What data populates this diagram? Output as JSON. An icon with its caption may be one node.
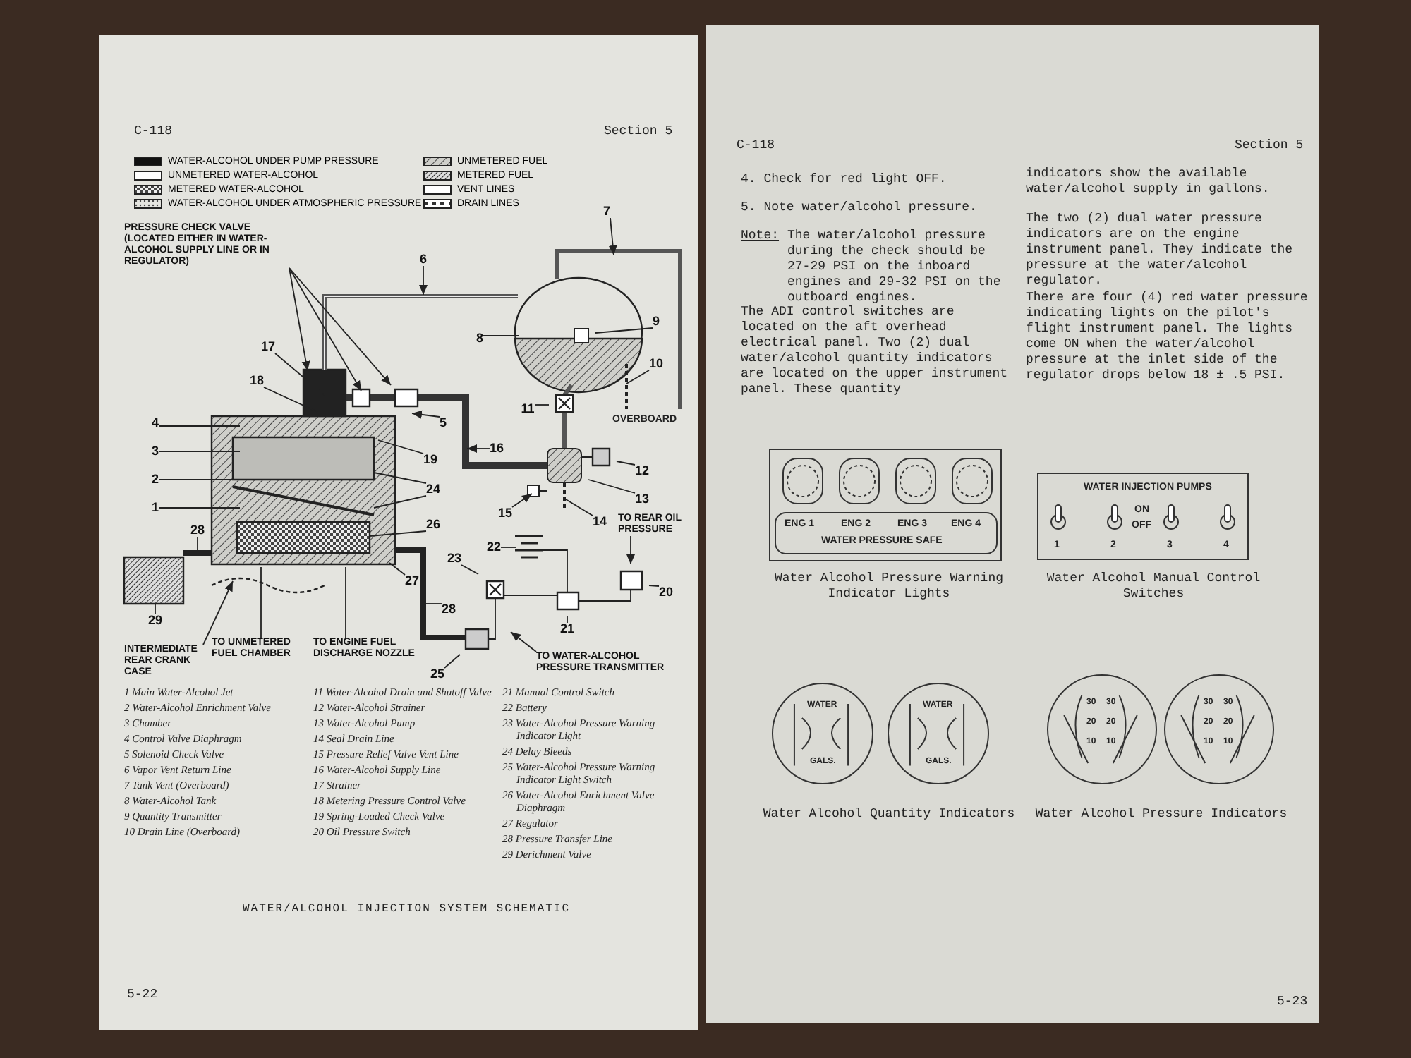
{
  "diagram": {
    "title": "WATER/ALCOHOL INJECTION SYSTEM SCHEMATIC",
    "nodes": [
      {
        "text": [
          "1"
        ]
      },
      {
        "text": [
          "2"
        ]
      },
      {
        "text": [
          "3"
        ]
      },
      {
        "text": [
          "4"
        ]
      },
      {
        "text": [
          "5"
        ]
      },
      {
        "text": [
          "6"
        ]
      },
      {
        "text": [
          "7"
        ]
      },
      {
        "text": [
          "8"
        ]
      },
      {
        "text": [
          "9"
        ]
      },
      {
        "text": [
          "10"
        ]
      },
      {
        "text": [
          "11"
        ]
      },
      {
        "text": [
          "12"
        ]
      },
      {
        "text": [
          "13"
        ]
      },
      {
        "text": [
          "14"
        ]
      },
      {
        "text": [
          "15"
        ]
      },
      {
        "text": [
          "16"
        ]
      },
      {
        "text": [
          "17"
        ]
      },
      {
        "text": [
          "18"
        ]
      },
      {
        "text": [
          "19"
        ]
      },
      {
        "text": [
          "20"
        ]
      },
      {
        "text": [
          "21"
        ]
      },
      {
        "text": [
          "22"
        ]
      },
      {
        "text": [
          "23"
        ]
      },
      {
        "text": [
          "24"
        ]
      },
      {
        "text": [
          "25"
        ]
      },
      {
        "text": [
          "26"
        ]
      },
      {
        "text": [
          "27"
        ]
      },
      {
        "text": [
          "28"
        ]
      },
      {
        "text": [
          "28"
        ]
      },
      {
        "text": [
          "29"
        ]
      },
      {
        "text": [
          "PRESSURE CHECK VALVE (LOCATED EITHER IN WATER-ALCOHOL SUPPLY LINE OR IN REGULATOR)"
        ]
      },
      {
        "text": [
          "TO REAR OIL PRESSURE"
        ]
      },
      {
        "text": [
          "TO WATER-ALCOHOL PRESSURE TRANSMITTER"
        ]
      },
      {
        "text": [
          "TO UNMETERED FUEL CHAMBER"
        ]
      },
      {
        "text": [
          "TO ENGINE FUEL DISCHARGE NOZZLE"
        ]
      },
      {
        "text": [
          "INTERMEDIATE REAR CRANK CASE"
        ]
      },
      {
        "text": [
          "ENG 1",
          "ENG 2",
          "ENG 3",
          "ENG 4",
          "WATER PRESSURE SAFE"
        ]
      },
      {
        "text": [
          "WATER INJECTION PUMPS",
          "ON",
          "OFF",
          "1",
          "2",
          "3",
          "4"
        ]
      },
      {
        "text": [
          "WATER",
          "GALS."
        ]
      },
      {
        "text": [
          "WATER",
          "GALS."
        ]
      },
      {
        "text": [
          "30",
          "20",
          "10",
          "30",
          "20",
          "10"
        ]
      },
      {
        "text": [
          "30",
          "20",
          "10",
          "30",
          "20",
          "10"
        ]
      }
    ],
    "edges": [
      {
        "from": 0,
        "to": null,
        "arrow": "none"
      },
      {
        "from": 1,
        "to": null,
        "arrow": "none"
      },
      {
        "from": 2,
        "to": null,
        "arrow": "none"
      },
      {
        "from": 3,
        "to": null,
        "arrow": "none"
      },
      {
        "from": 4,
        "to": null,
        "arrow": "to"
      },
      {
        "from": 5,
        "to": null,
        "arrow": "to"
      },
      {
        "from": 6,
        "to": null,
        "arrow": "to"
      },
      {
        "from": 7,
        "to": null,
        "arrow": "none"
      },
      {
        "from": 8,
        "to": null,
        "arrow": "none"
      },
      {
        "from": 9,
        "to": null,
        "arrow": "none"
      },
      {
        "from": 10,
        "to": null,
        "arrow": "none"
      },
      {
        "from": 11,
        "to": null,
        "arrow": "none"
      },
      {
        "from": 12,
        "to": null,
        "arrow": "none"
      },
      {
        "from": 13,
        "to": null,
        "arrow": "none"
      },
      {
        "from": 14,
        "to": null,
        "arrow": "to"
      },
      {
        "from": 15,
        "to": null,
        "arrow": "to"
      },
      {
        "from": 16,
        "to": null,
        "arrow": "none"
      },
      {
        "from": 17,
        "to": null,
        "arrow": "none"
      },
      {
        "from": 18,
        "to": null,
        "arrow": "none"
      },
      {
        "from": 19,
        "to": null,
        "arrow": "none"
      },
      {
        "from": 20,
        "to": null,
        "arrow": "none"
      },
      {
        "from": 21,
        "to": null,
        "arrow": "none"
      },
      {
        "from": 22,
        "to": null,
        "arrow": "none"
      },
      {
        "from": 23,
        "to": null,
        "arrow": "none"
      },
      {
        "from": 23,
        "to": null,
        "arrow": "none"
      },
      {
        "from": 24,
        "to": null,
        "arrow": "none"
      },
      {
        "from": 25,
        "to": null,
        "arrow": "none"
      },
      {
        "from": 26,
        "to": null,
        "arrow": "none"
      },
      {
        "from": 27,
        "to": null,
        "arrow": "none"
      },
      {
        "from": 28,
        "to": null,
        "arrow": "none"
      },
      {
        "from": 29,
        "to": null,
        "arrow": "none"
      },
      {
        "from": 30,
        "to": null,
        "arrow": "to"
      },
      {
        "from": 30,
        "to": null,
        "arrow": "to"
      },
      {
        "from": 30,
        "to": null,
        "arrow": "to"
      },
      {
        "from": 31,
        "to": null,
        "arrow": "to"
      },
      {
        "from": 32,
        "to": null,
        "arrow": "to"
      },
      {
        "from": 33,
        "to": null,
        "arrow": "none"
      },
      {
        "from": 34,
        "to": null,
        "arrow": "none"
      },
      {
        "from": 35,
        "to": null,
        "arrow": "to"
      }
    ],
    "labels": [
      "C-118",
      "Section 5",
      "OVERBOARD",
      "1 Main Water-Alcohol Jet",
      "2 Water-Alcohol Enrichment Valve",
      "3 Chamber",
      "4 Control Valve Diaphragm",
      "5 Solenoid Check Valve",
      "6 Vapor Vent Return Line",
      "7 Tank Vent (Overboard)",
      "8 Water-Alcohol Tank",
      "9 Quantity Transmitter",
      "10 Drain Line (Overboard)",
      "11 Water-Alcohol Drain and Shutoff Valve",
      "12 Water-Alcohol Strainer",
      "13 Water-Alcohol Pump",
      "14 Seal Drain Line",
      "15 Pressure Relief Valve Vent Line",
      "16 Water-Alcohol Supply Line",
      "17 Strainer",
      "18 Metering Pressure Control Valve",
      "19 Spring-Loaded Check Valve",
      "20 Oil Pressure Switch",
      "21 Manual Control Switch",
      "22 Battery",
      "23 Water-Alcohol Pressure Warning Indicator Light",
      "24 Delay Bleeds",
      "25 Water-Alcohol Pressure Warning Indicator Light Switch",
      "26 Water-Alcohol Enrichment Valve Diaphragm",
      "27 Regulator",
      "28 Pressure Transfer Line",
      "29 Derichment Valve",
      "5-22",
      "C-118",
      "Section 5",
      "4. Check for red light OFF.",
      "5. Note water/alcohol pressure.",
      "Note:",
      "The water/alcohol pressure during the check should be 27-29 PSI on the inboard engines and 29-32 PSI on the outboard engines.",
      "The ADI control switches are located on the aft overhead electrical panel. Two (2) dual water/alcohol quantity indicators are located on the upper instrument panel. These quantity",
      "indicators show the available water/alcohol supply in gallons.",
      "The two (2) dual water pressure indicators are on the engine instrument panel. They indicate the pressure at the water/alcohol regulator.",
      "There are four (4) red water pressure indicating lights on the pilot's flight instrument panel. The lights come ON when the water/alcohol pressure at the inlet side of the regulator drops below 18 ± .5 PSI.",
      "Water Alcohol Pressure Warning Indicator Lights",
      "Water Alcohol Manual Control Switches",
      "Water Alcohol Quantity Indicators",
      "Water Alcohol Pressure Indicators",
      "5-23"
    ],
    "legend": [
      {
        "text": "WATER-ALCOHOL UNDER PUMP PRESSURE"
      },
      {
        "text": "UNMETERED WATER-ALCOHOL"
      },
      {
        "text": "METERED WATER-ALCOHOL"
      },
      {
        "text": "WATER-ALCOHOL UNDER ATMOSPHERIC PRESSURE"
      },
      {
        "text": "UNMETERED FUEL"
      },
      {
        "text": "METERED FUEL"
      },
      {
        "text": "VENT LINES"
      },
      {
        "text": "DRAIN LINES"
      }
    ]
  }
}
